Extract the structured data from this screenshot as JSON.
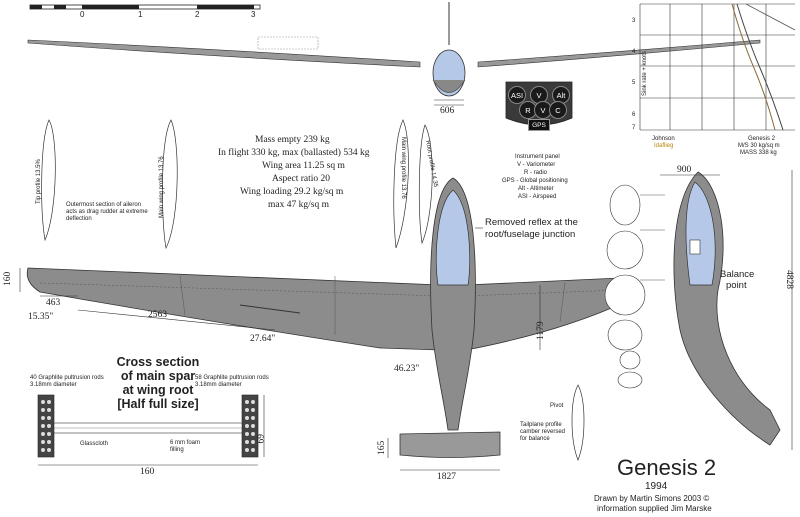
{
  "scale_bar": {
    "ticks": [
      "0",
      "1",
      "2",
      "3"
    ]
  },
  "dimensions": {
    "nose_width": "606",
    "wing_thickness": "160",
    "tip_chord": "463",
    "tip_sweep": "15.35\"",
    "panel_span": "2563",
    "mid_angle": "27.64\"",
    "root_chord": "1179",
    "root_angle": "46.23\"",
    "tail_thickness": "165",
    "tail_span": "1827",
    "spar_width": "160",
    "spar_height": "69",
    "side_height": "900",
    "side_length": "4828"
  },
  "profiles": {
    "tip": "Tip profile 13.5%",
    "main_left": "Main wing profile 13.76",
    "main_right": "Main wing profile 13.76",
    "root": "Root profile 14.35"
  },
  "notes": {
    "aileron": "Outermost section of aileron acts as drag rudder at extreme deflection",
    "reflex_line1": "Removed reflex at the",
    "reflex_line2": "root/fuselage junction",
    "balance_line1": "Balance",
    "balance_line2": "point",
    "pivot": "Pivot",
    "tailplane": "Tailplane profile camber reversed for balance"
  },
  "specs": [
    "Mass empty 239 kg",
    "In flight 330 kg, max (ballasted) 534 kg",
    "Wing area 11.25 sq m",
    "Aspect ratio 20",
    "Wing loading 29.2 kg/sq m",
    "max 47 kg/sq m"
  ],
  "instrument_panel": {
    "buttons": [
      "ASI",
      "V",
      "Alt",
      "R",
      "V",
      "C"
    ],
    "gps": "GPS",
    "legend": [
      "Instrument panel",
      "V - Variometer",
      "R - radio",
      "GPS - Global positioning",
      "Alt - Altimeter",
      "ASI - Airspeed"
    ]
  },
  "polar": {
    "y_ticks": [
      "3",
      "4",
      "5",
      "6",
      "7"
    ],
    "y_label": "Sink rate + knots",
    "label_left_1": "Johnson",
    "label_left_2": "Idaflieg",
    "label_right": [
      "Genesis 2",
      "M/S 30 kg/sq m",
      "MASS 338 kg"
    ]
  },
  "spar_section": {
    "title": [
      "Cross section",
      "of main spar",
      "at wing root",
      "[Half full size]"
    ],
    "left_rods": "40 Graphlite pultrusion rods 3.18mm diameter",
    "right_rods": "58 Graphlite pultrusion rods 3.18mm diameter",
    "glasscloth": "Glasscloth",
    "foam": "6 mm foam filling"
  },
  "title": {
    "name": "Genesis 2",
    "year": "1994",
    "credit1": "Drawn by Martin Simons  2003 ©",
    "credit2": "information supplied Jim Marske"
  },
  "colors": {
    "canopy": "#b5c8e8",
    "wing": "#8c8c8c",
    "line": "#333333"
  }
}
